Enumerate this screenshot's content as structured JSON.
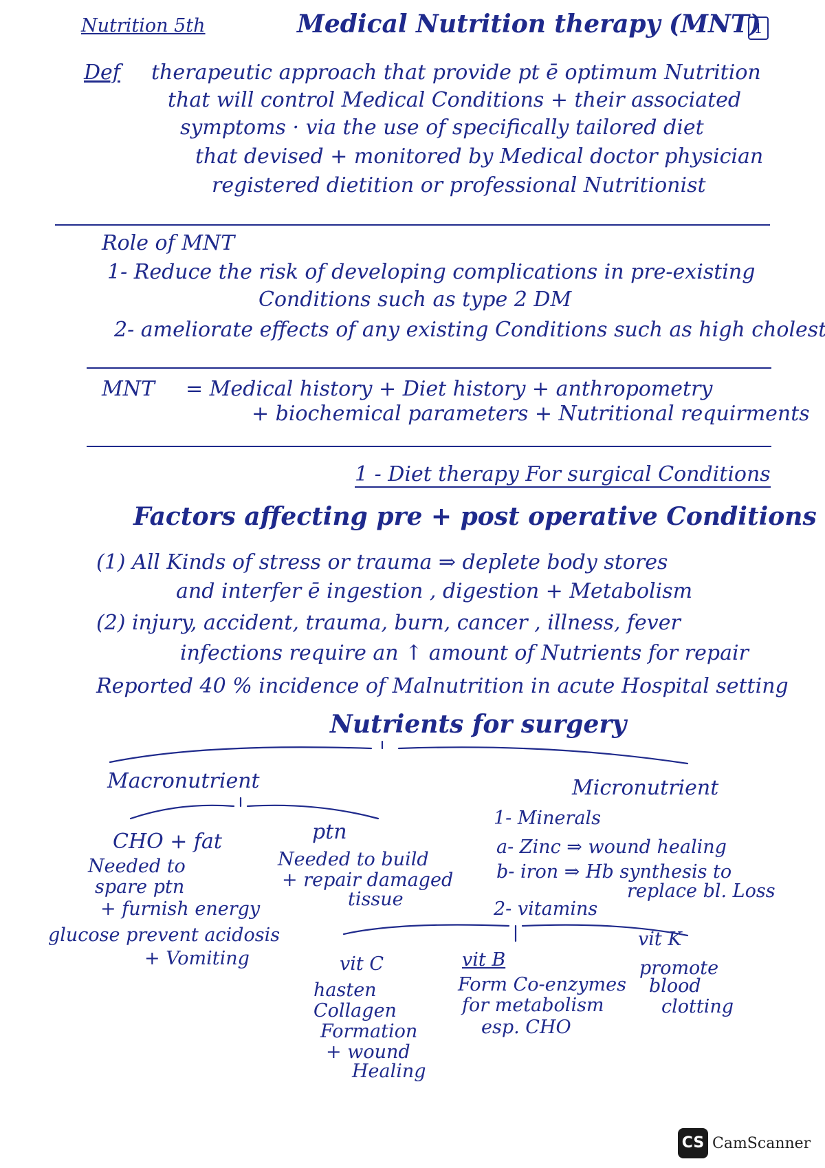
{
  "header": {
    "subject": "Nutrition 5th",
    "title": "Medical Nutrition therapy (MNT)",
    "page_number": "1"
  },
  "definition": {
    "label": "Def",
    "lines": [
      "therapeutic approach that provide pt ē optimum Nutrition",
      "that will control Medical Conditions + their associated",
      "symptoms · via the use of specifically tailored diet",
      "that devised + monitored by Medical doctor physician",
      "registered dietition or professional Nutritionist"
    ]
  },
  "role": {
    "heading": "Role of MNT",
    "items": [
      "1- Reduce the risk of developing complications in pre-existing",
      "Conditions such as type 2 DM",
      "2- ameliorate effects of any existing Conditions such as high cholest."
    ]
  },
  "mnt_formula": {
    "lhs": "MNT",
    "line1": "= Medical history + Diet history + anthropometry",
    "line2": "+ biochemical parameters + Nutritional requirments"
  },
  "section1": {
    "heading": "1 - Diet therapy For surgical Conditions",
    "subheading": "Factors affecting pre + post operative Conditions",
    "points": [
      "(1) All Kinds of stress or trauma ⇒ deplete body stores",
      "and interfer ē ingestion , digestion + Metabolism",
      "(2) injury, accident, trauma, burn, cancer , illness, fever",
      "infections require an ↑ amount of Nutrients for repair",
      "Reported 40 % incidence of Malnutrition in acute Hospital setting"
    ]
  },
  "nutrients": {
    "title": "Nutrients for surgery",
    "macro": {
      "label": "Macronutrient",
      "cho_fat": {
        "label": "CHO + fat",
        "lines": [
          "Needed to",
          "spare ptn",
          "+ furnish energy",
          "glucose prevent acidosis",
          "+ Vomiting"
        ]
      },
      "ptn": {
        "label": "ptn",
        "lines": [
          "Needed to build",
          "+ repair damaged",
          "tissue"
        ]
      }
    },
    "micro": {
      "label": "Micronutrient",
      "minerals_label": "1- Minerals",
      "zinc": "a- Zinc ⇒ wound healing",
      "iron_1": "b- iron ⇒ Hb synthesis to",
      "iron_2": "replace bl. Loss",
      "vitamins_label": "2- vitamins",
      "vit_c": {
        "label": "vit C",
        "lines": [
          "hasten",
          "Collagen",
          "Formation",
          "+ wound",
          "Healing"
        ]
      },
      "vit_b": {
        "label": "vit B",
        "lines": [
          "Form Co-enzymes",
          "for metabolism",
          "esp. CHO"
        ]
      },
      "vit_k": {
        "label": "vit K",
        "lines": [
          "promote",
          "blood",
          "clotting"
        ]
      }
    }
  },
  "watermark": {
    "logo": "CS",
    "text": "CamScanner"
  }
}
